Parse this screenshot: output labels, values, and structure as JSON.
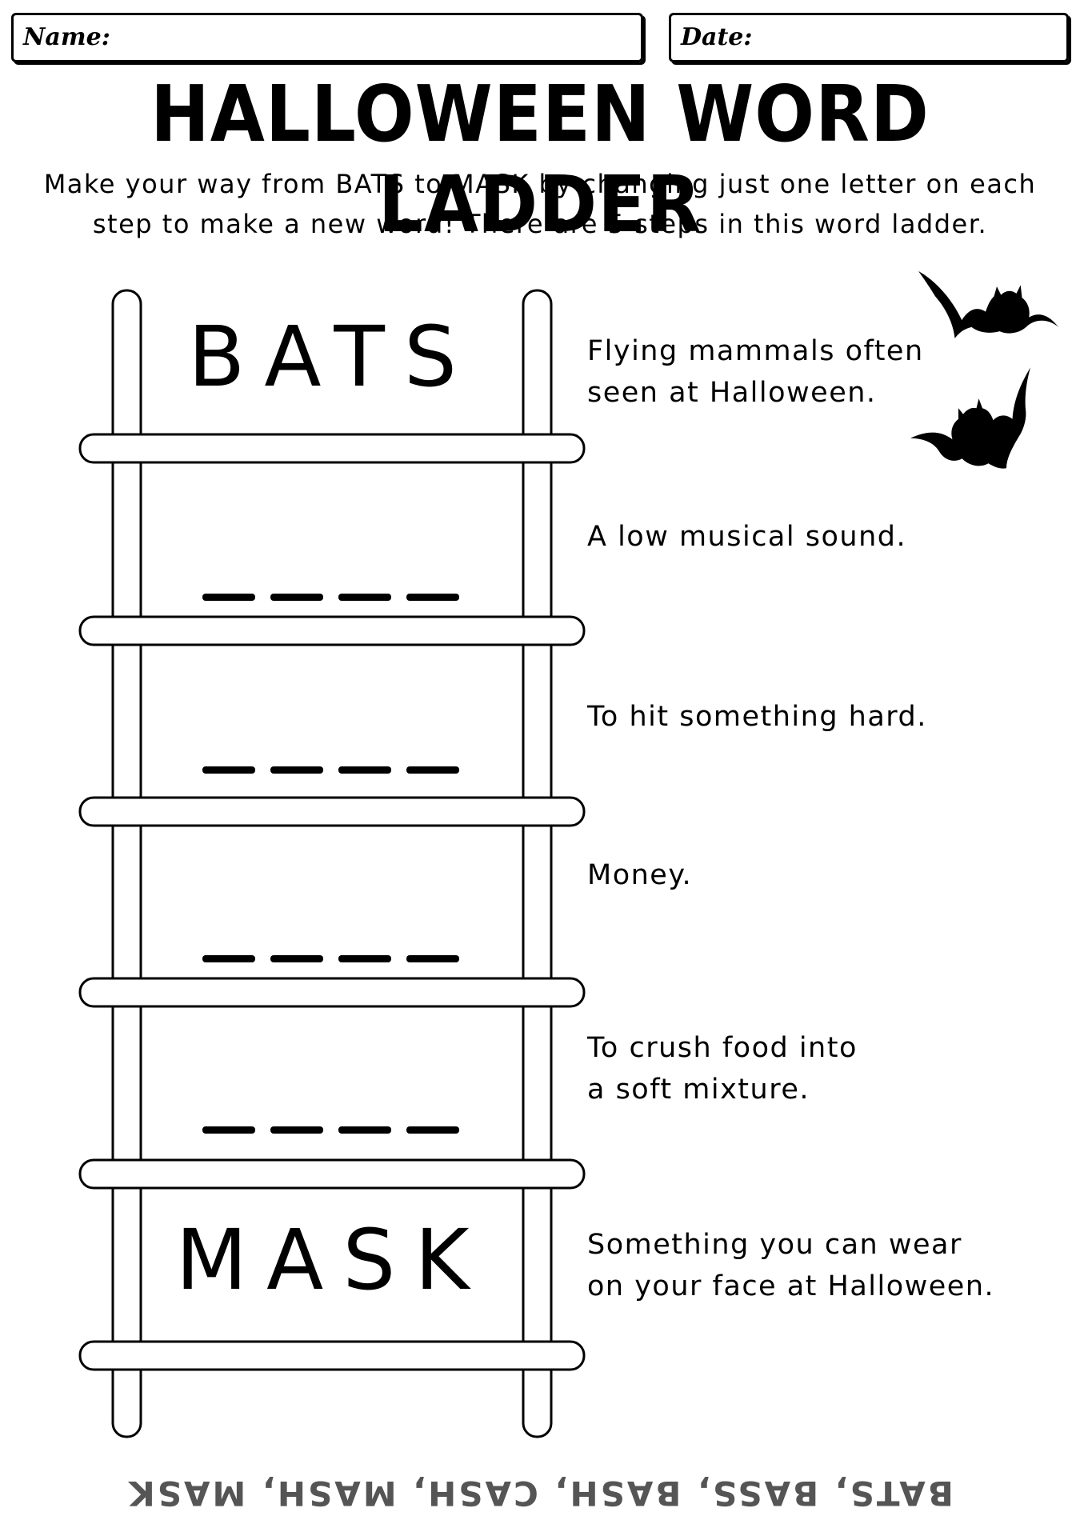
{
  "header": {
    "name_label": "Name:",
    "date_label": "Date:"
  },
  "title": "HALLOWEEN WORD LADDER",
  "instructions": "Make your way from BATS to MASK by changing just one letter on each step to make a new word! There are 5 steps in this word ladder.",
  "ladder": {
    "start_word": "BATS",
    "end_word": "MASK",
    "blank_steps": 4,
    "letters_per_word": 4
  },
  "clues": [
    "Flying mammals often\nseen at Halloween.",
    "A low musical sound.",
    "To hit something hard.",
    "Money.",
    "To crush food into\na soft mixture.",
    "Something you can wear\non your face at Halloween."
  ],
  "answer_key": "BATS, BASS, BASH, CASH, MASH, MASK",
  "icons": [
    "bat-icon",
    "bat-icon"
  ],
  "colors": {
    "ink": "#000000",
    "answer": "#555555"
  }
}
